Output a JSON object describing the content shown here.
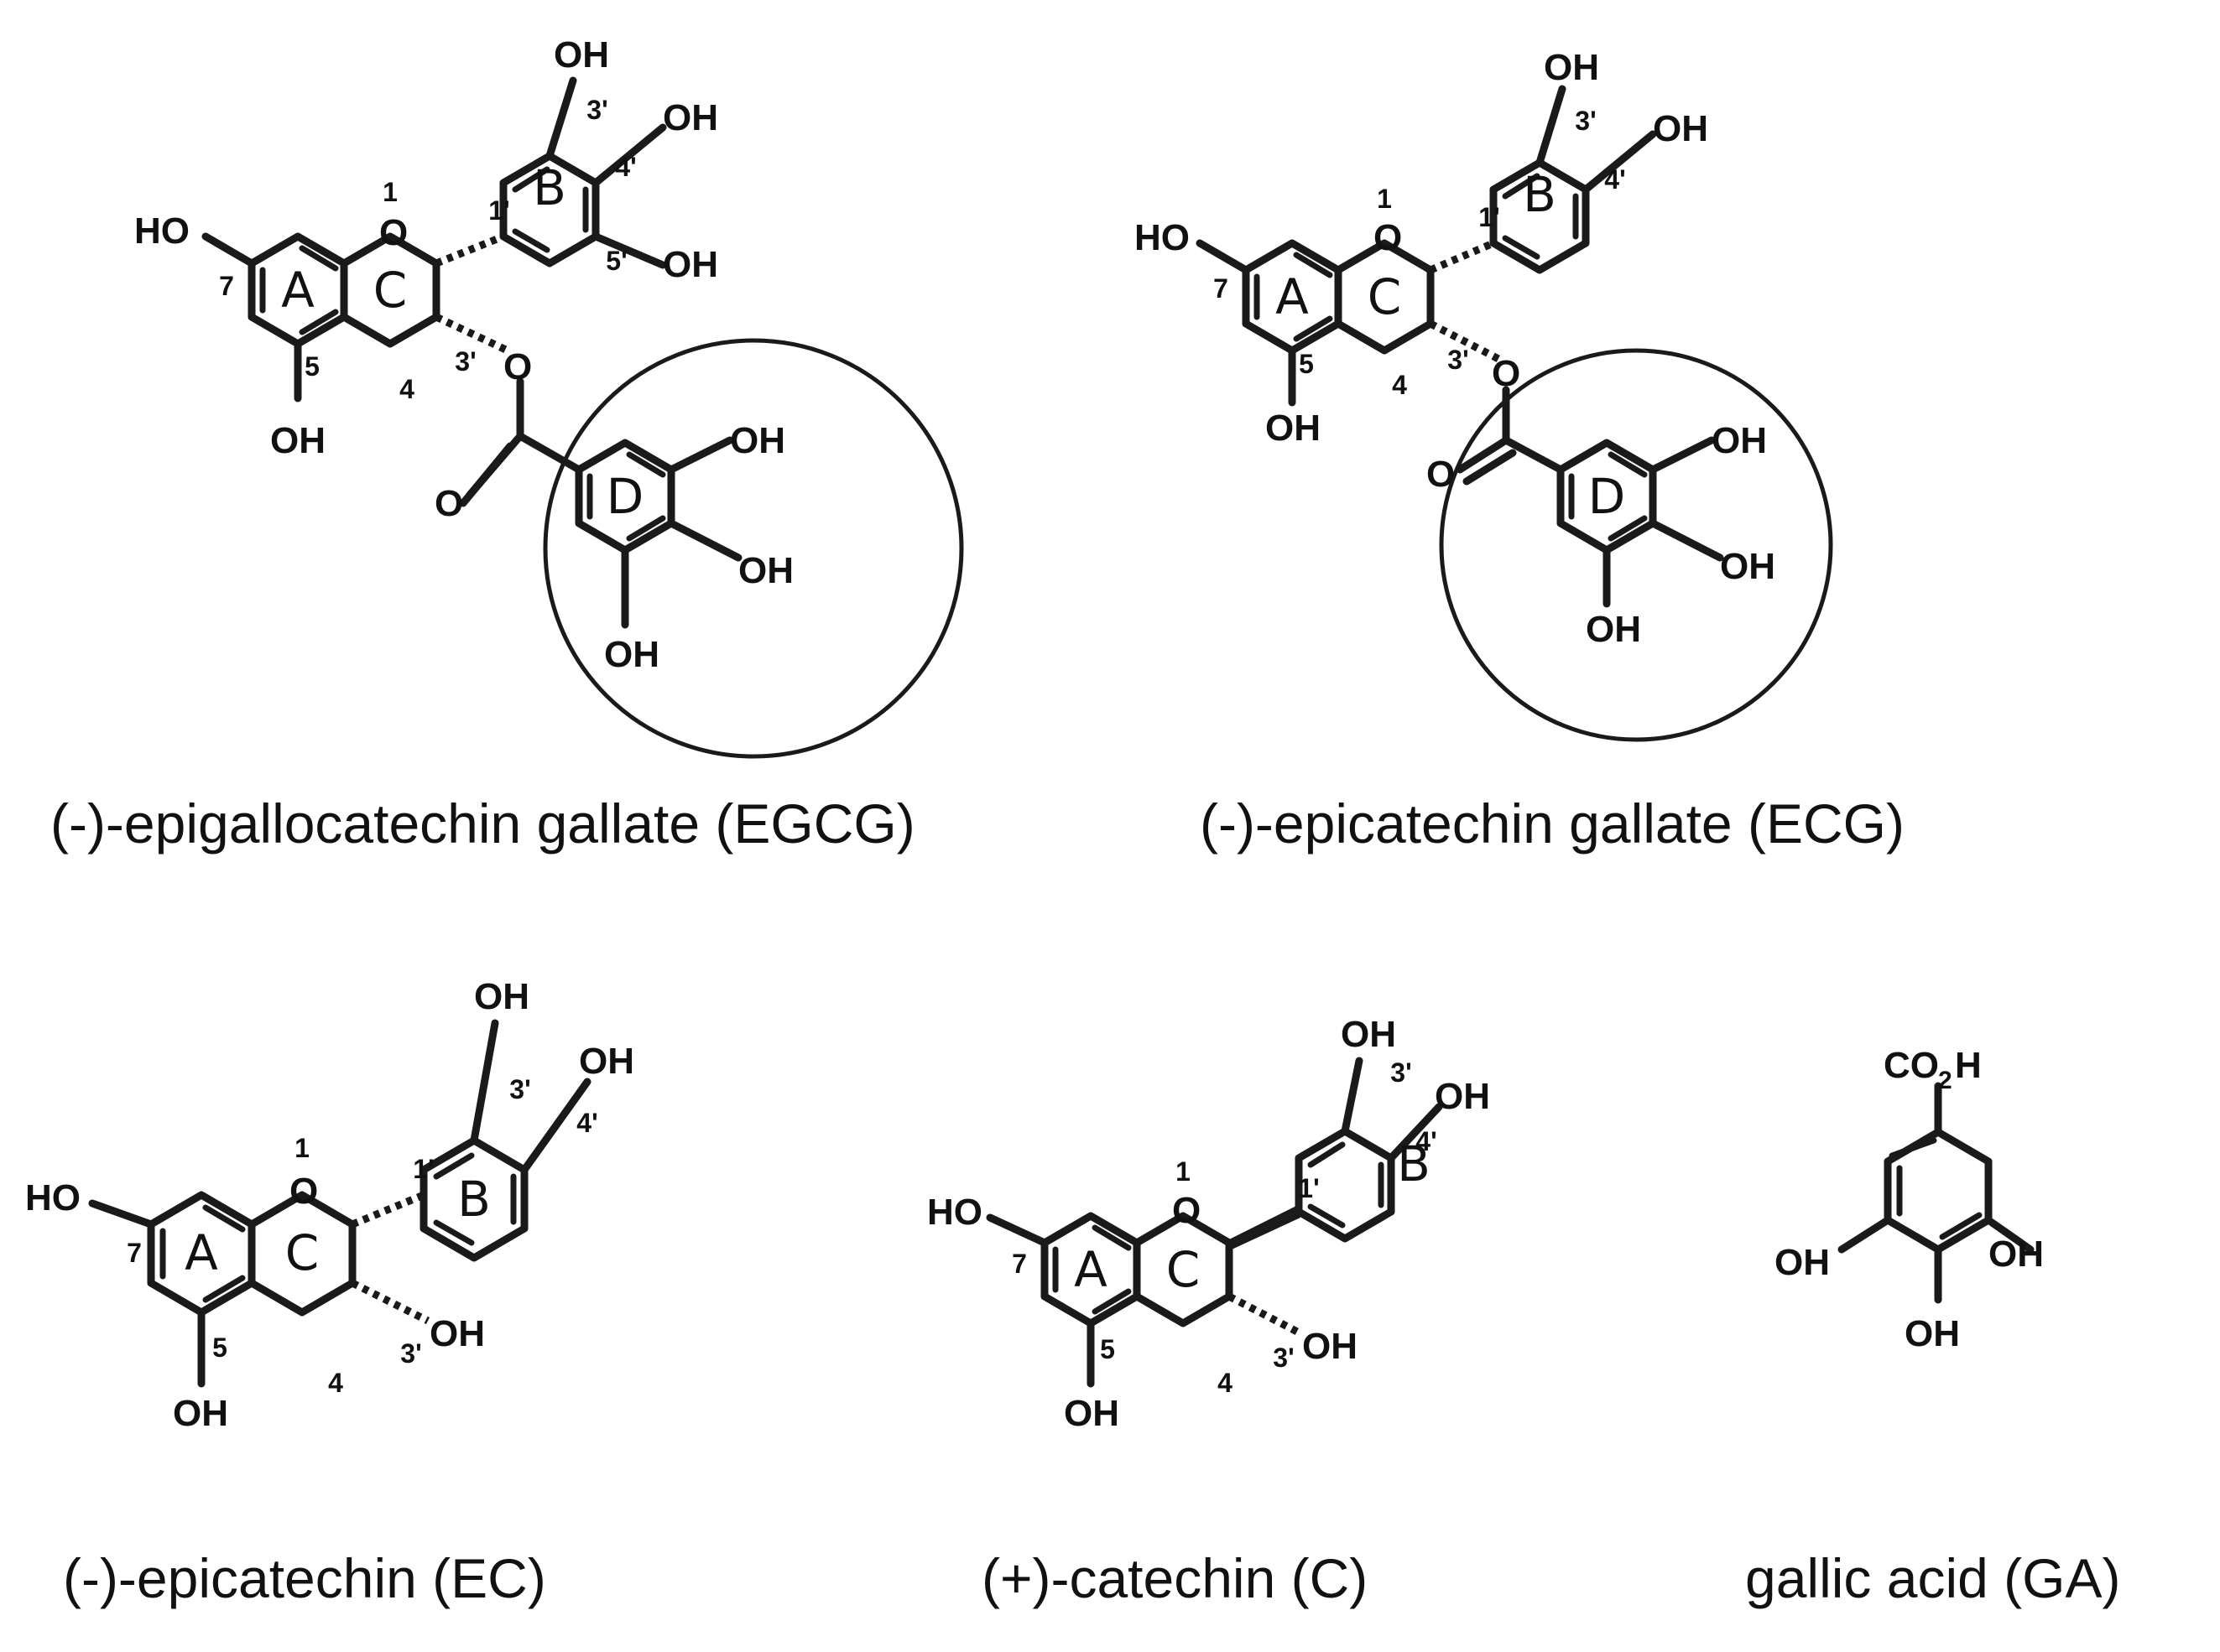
{
  "compounds": [
    {
      "name": "(-)-epigallocatechin gallate (EGCG)",
      "atoms": {
        "ho7": "HO",
        "oh5": "OH",
        "o1": "O",
        "oh3p": "OH",
        "oh4p": "OH",
        "oh5p": "OH",
        "o3": "O",
        "oc": "O",
        "ohd1": "OH",
        "ohd2": "OH",
        "ohd3": "OH"
      },
      "rings": {
        "a": "A",
        "b": "B",
        "c": "C",
        "d": "D"
      },
      "nums": {
        "n1": "1",
        "n7": "7",
        "n5": "5",
        "n4": "4",
        "n3": "3'",
        "n1p": "1'",
        "n3p": "3'",
        "n4p": "4'",
        "n5p": "5'"
      }
    },
    {
      "name": "(-)-epicatechin gallate (ECG)",
      "atoms": {
        "ho7": "HO",
        "oh5": "OH",
        "o1": "O",
        "oh3p": "OH",
        "oh4p": "OH",
        "o3": "O",
        "oc": "O",
        "ohd1": "OH",
        "ohd2": "OH",
        "ohd3": "OH"
      },
      "rings": {
        "a": "A",
        "b": "B",
        "c": "C",
        "d": "D"
      },
      "nums": {
        "n1": "1",
        "n7": "7",
        "n5": "5",
        "n4": "4",
        "n3": "3'",
        "n1p": "1'",
        "n3p": "3'",
        "n4p": "4'"
      }
    },
    {
      "name": "(-)-epicatechin (EC)",
      "atoms": {
        "ho7": "HO",
        "oh5": "OH",
        "o1": "O",
        "oh3": "OH",
        "oh3p": "OH",
        "oh4p": "OH"
      },
      "rings": {
        "a": "A",
        "b": "B",
        "c": "C"
      },
      "nums": {
        "n1": "1",
        "n7": "7",
        "n5": "5",
        "n4": "4",
        "n3": "3'",
        "n1p": "1'",
        "n3p": "3'",
        "n4p": "4'"
      }
    },
    {
      "name": "(+)-catechin (C)",
      "atoms": {
        "ho7": "HO",
        "oh5": "OH",
        "o1": "O",
        "oh3": "OH",
        "oh3p": "OH",
        "oh4p": "OH"
      },
      "rings": {
        "a": "A",
        "b": "B",
        "c": "C"
      },
      "nums": {
        "n1": "1",
        "n7": "7",
        "n5": "5",
        "n4": "4",
        "n3": "3'",
        "n1p": "1'",
        "n3p": "3'",
        "n4p": "4'"
      }
    },
    {
      "name": "gallic acid (GA)",
      "atoms": {
        "co2h": "CO",
        "sub2": "2",
        "h": "H",
        "oh1": "OH",
        "oh2": "OH",
        "oh3": "OH"
      }
    }
  ]
}
